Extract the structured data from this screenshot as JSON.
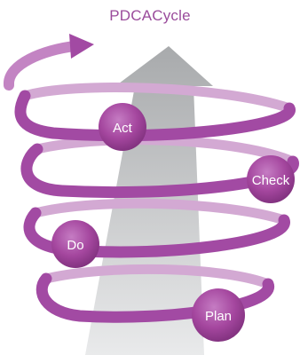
{
  "title": "PDCACycle",
  "stages": [
    "Act",
    "Check",
    "Do",
    "Plan"
  ],
  "colors": {
    "accent": "#9a4b9b",
    "ribbon_front": "#a24aa3",
    "ribbon_back": "#d4a6d4",
    "node": "#a5479f",
    "arrow_body": "#b9bbbd"
  }
}
